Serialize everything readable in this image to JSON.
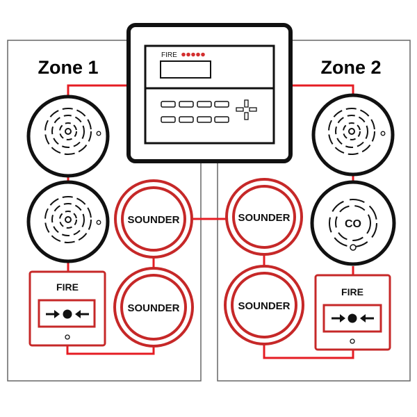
{
  "colors": {
    "wire": "#e51c23",
    "device_red": "#c62828",
    "outline": "#111111",
    "zone_border": "#666666",
    "led": "#d32f2f"
  },
  "zones": [
    {
      "title": "Zone 1"
    },
    {
      "title": "Zone 2"
    }
  ],
  "panel": {
    "label": "FIRE",
    "led_count": 5
  },
  "sounders": [
    {
      "label": "SOUNDER"
    },
    {
      "label": "SOUNDER"
    },
    {
      "label": "SOUNDER"
    },
    {
      "label": "SOUNDER"
    }
  ],
  "call_points": [
    {
      "label": "FIRE",
      "icon": "arrow-dot-arrow-icon"
    },
    {
      "label": "FIRE",
      "icon": "arrow-dot-arrow-icon"
    }
  ],
  "co_detector": {
    "label": "CO"
  },
  "detectors": [
    {
      "icon": "smoke-detector-icon"
    },
    {
      "icon": "smoke-detector-icon"
    },
    {
      "icon": "smoke-detector-icon"
    }
  ]
}
